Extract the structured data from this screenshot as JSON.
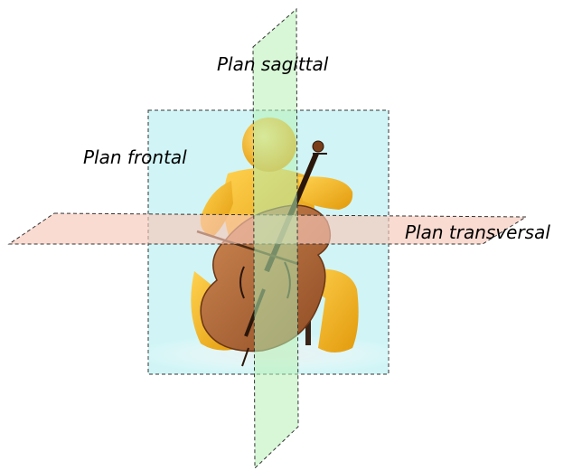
{
  "labels": {
    "sagittal": "Plan sagittal",
    "frontal": "Plan frontal",
    "transversal": "Plan transversal"
  },
  "colors": {
    "frontal_plane": "#c9f3f5",
    "sagittal_plane": "#b7f0b4",
    "transversal_plane": "#f8c8b8",
    "figure_yellow": "#f5b820",
    "cello_brown": "#b46a3a",
    "chair_dark": "#3a2418"
  },
  "icons": [
    "cellist-figure",
    "cello",
    "bow",
    "chair"
  ]
}
